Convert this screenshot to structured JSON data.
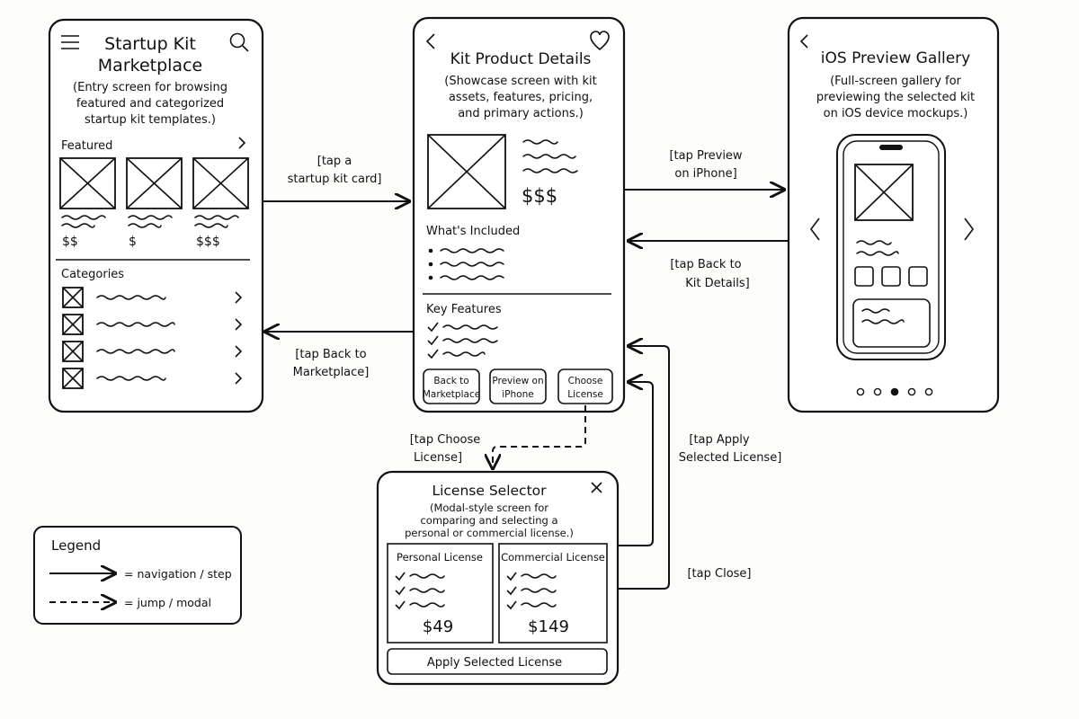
{
  "screens": {
    "marketplace": {
      "title_line1": "Startup Kit",
      "title_line2": "Marketplace",
      "desc": [
        "(Entry screen for browsing",
        "featured and categorized",
        "startup kit templates.)"
      ],
      "featured_label": "Featured",
      "prices": [
        "$$",
        "$",
        "$$$"
      ],
      "categories_label": "Categories",
      "icons": [
        "menu-icon",
        "search-icon",
        "chevron-right-icon"
      ]
    },
    "details": {
      "title": "Kit Product Details",
      "desc": [
        "(Showcase screen with kit",
        "assets, features, pricing,",
        "and primary actions.)"
      ],
      "price": "$$$",
      "included_label": "What's Included",
      "features_label": "Key Features",
      "buttons": [
        {
          "line1": "Back to",
          "line2": "Marketplace"
        },
        {
          "line1": "Preview on",
          "line2": "iPhone"
        },
        {
          "line1": "Choose",
          "line2": "License"
        }
      ],
      "icons": [
        "back-chevron-icon",
        "heart-icon",
        "checkmark-icon"
      ]
    },
    "gallery": {
      "title": "iOS Preview Gallery",
      "desc": [
        "(Full-screen gallery for",
        "previewing the selected kit",
        "on iOS device mockups.)"
      ],
      "pagination": {
        "count": 5,
        "active": 3
      },
      "icons": [
        "back-chevron-icon",
        "prev-arrow-icon",
        "next-arrow-icon",
        "phone-mockup-icon"
      ]
    },
    "license": {
      "title": "License Selector",
      "desc": [
        "(Modal-style screen for",
        "comparing and selecting a",
        "personal or commercial license.)"
      ],
      "personal_label": "Personal License",
      "personal_price": "$49",
      "commercial_label": "Commercial License",
      "commercial_price": "$149",
      "apply_label": "Apply Selected License",
      "icons": [
        "close-icon",
        "checkmark-icon"
      ]
    }
  },
  "transitions": {
    "tap_kit_card": [
      "[tap a",
      "startup kit card]"
    ],
    "back_to_marketplace": [
      "[tap Back to",
      "Marketplace]"
    ],
    "preview_iphone": [
      "[tap Preview",
      "on iPhone]"
    ],
    "back_to_details": [
      "[tap Back to",
      "Kit Details]"
    ],
    "choose_license": [
      "[tap Choose",
      "License]"
    ],
    "apply_license": [
      "[tap Apply",
      "Selected License]"
    ],
    "close": "[tap Close]"
  },
  "legend": {
    "title": "Legend",
    "solid": "= navigation / step",
    "dashed": "= jump / modal"
  }
}
